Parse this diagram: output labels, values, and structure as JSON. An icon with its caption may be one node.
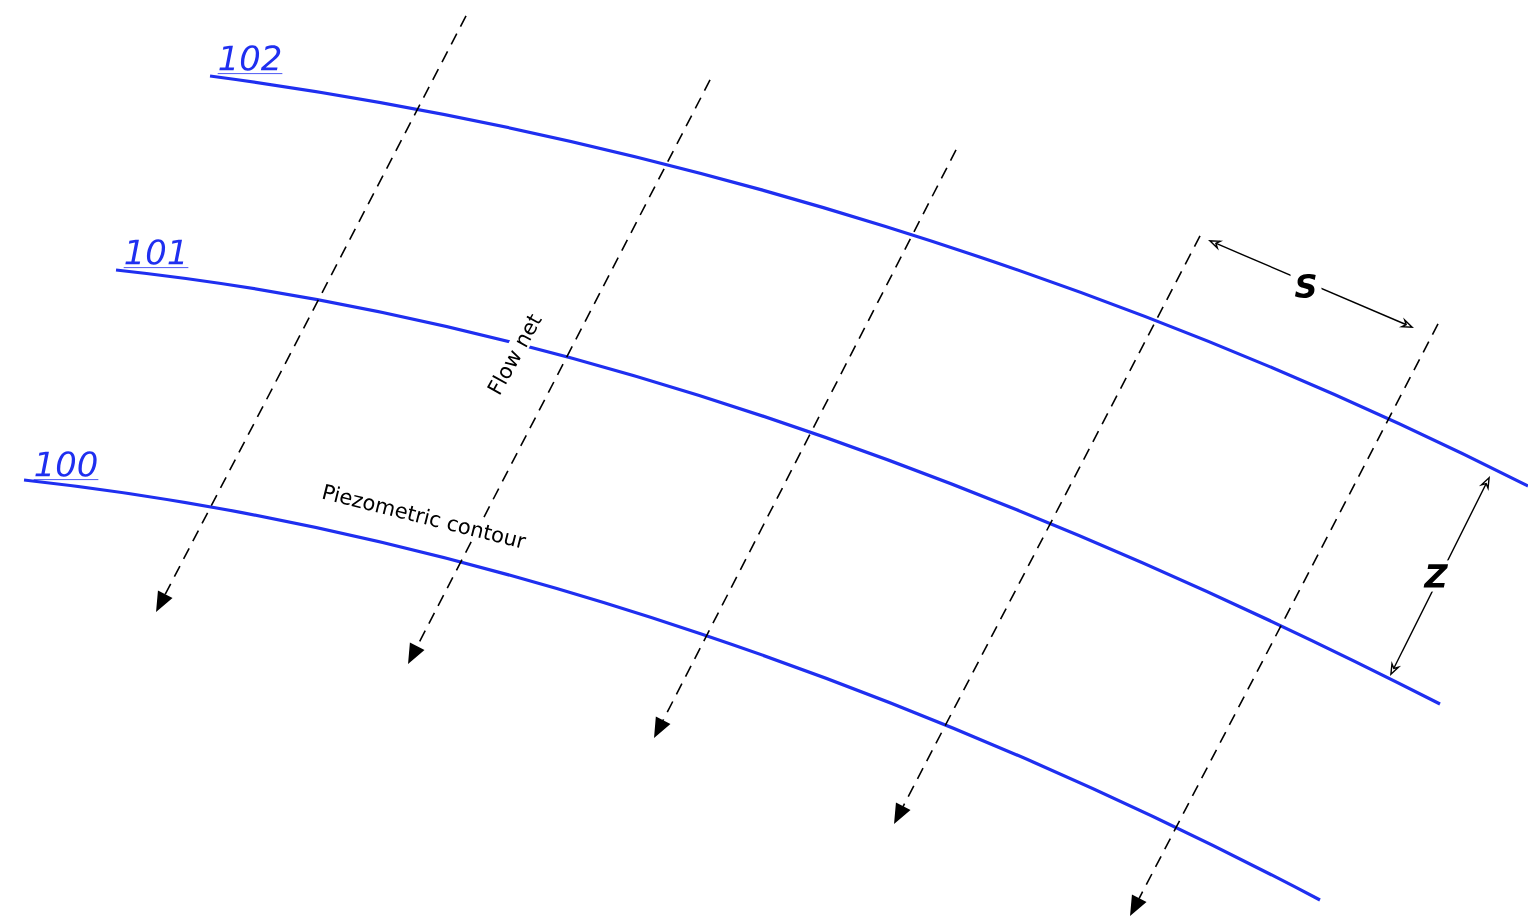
{
  "diagram": {
    "labels": [
      "102",
      "101",
      "S",
      "Flow net",
      "100",
      "Piezometric contour",
      "Z"
    ]
  }
}
